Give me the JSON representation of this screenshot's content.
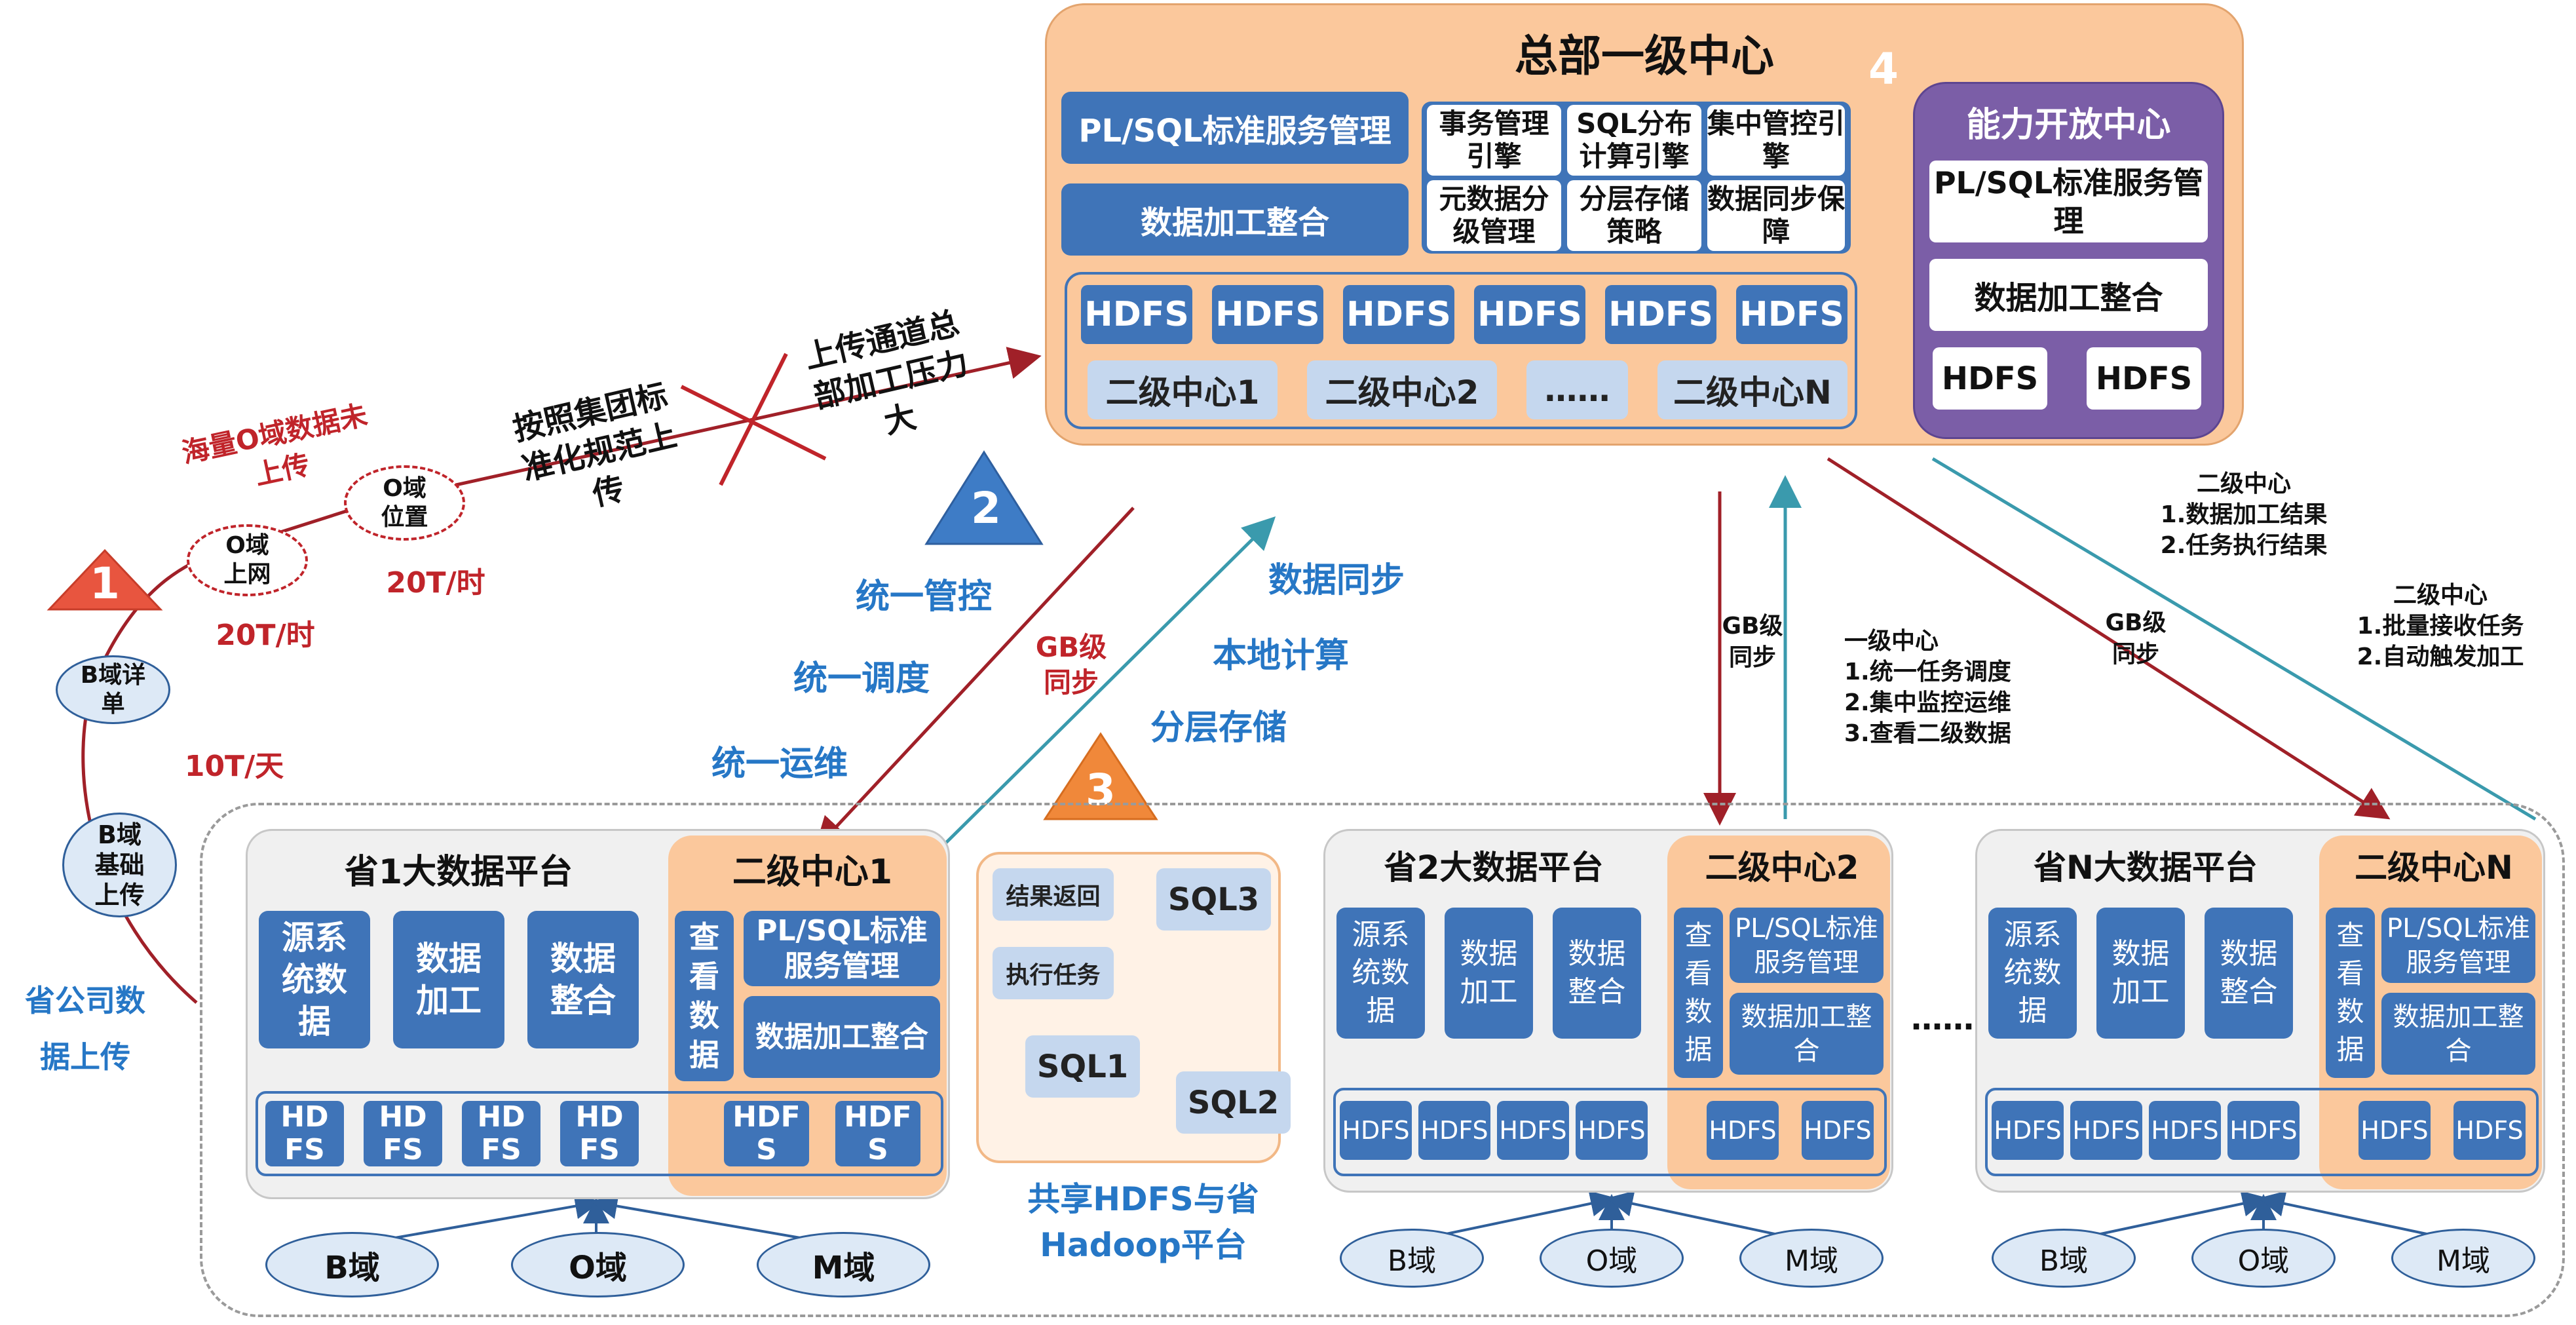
{
  "hq": {
    "title": "总部一级中心",
    "pl_sql": "PL/SQL标准服务管理",
    "data_proc": "数据加工整合",
    "engines": [
      "事务管理引擎",
      "SQL分布计算引擎",
      "集中管控引擎",
      "元数据分级管理",
      "分层存储策略",
      "数据同步保障"
    ],
    "hdfs": [
      "HDFS",
      "HDFS",
      "HDFS",
      "HDFS",
      "HDFS",
      "HDFS"
    ],
    "sub_centers": [
      "二级中心1",
      "二级中心2",
      "……",
      "二级中心N"
    ],
    "badge4": "4"
  },
  "capability": {
    "title": "能力开放中心",
    "pl_sql": "PL/SQL标准服务管理",
    "data_proc": "数据加工整合",
    "hdfs": [
      "HDFS",
      "HDFS"
    ]
  },
  "left_flow": {
    "badge1": "1",
    "b_detail": "B域详单",
    "b_base": "B域基础上传",
    "o_net": "O域上网",
    "o_loc": "O域位置",
    "rate_10t": "10T/天",
    "rate_20t_a": "20T/时",
    "rate_20t_b": "20T/时",
    "massive_o": "海量O域数据未上传",
    "standard": "按照集团标准化规范上传",
    "pressure": "上传通道总部加工压力大",
    "province_upload": "省公司数据上传"
  },
  "middle_labels": {
    "badge2": "2",
    "unified_control": "统一管控",
    "unified_schedule": "统一调度",
    "unified_ops": "统一运维",
    "gb_sync": "GB级同步",
    "data_sync": "数据同步",
    "local_compute": "本地计算",
    "tiered_storage": "分层存储",
    "badge3": "3",
    "shared_hdfs": "共享HDFS与省Hadoop平台"
  },
  "right_labels": {
    "gb_sync_1": "GB级同步",
    "gb_sync_2": "GB级同步",
    "level1_notes": "一级中心\n1.统一任务调度\n2.集中监控运维\n3.查看二级数据",
    "level2_results": "二级中心\n1.数据加工结果\n2.任务执行结果",
    "level2_tasks": "二级中心\n1.批量接收任务\n2.自动触发加工"
  },
  "sql_flow": {
    "result_return": "结果返回",
    "exec_task": "执行任务",
    "sql1": "SQL1",
    "sql2": "SQL2",
    "sql3": "SQL3"
  },
  "provinces": [
    {
      "title": "省1大数据平台",
      "center": "二级中心1",
      "src": "源系统数据",
      "proc": "数据加工",
      "integ": "数据整合",
      "view": "查看数据",
      "pl_sql": "PL/SQL标准服务管理",
      "data_proc": "数据加工整合",
      "hdfs": [
        "HDFS",
        "HDFS",
        "HDFS",
        "HDFS",
        "HDFS",
        "HDFS"
      ],
      "domains": [
        "B域",
        "O域",
        "M域"
      ]
    },
    {
      "title": "省2大数据平台",
      "center": "二级中心2",
      "src": "源系统数据",
      "proc": "数据加工",
      "integ": "数据整合",
      "view": "查看数据",
      "pl_sql": "PL/SQL标准服务管理",
      "data_proc": "数据加工整合",
      "hdfs": [
        "HDFS",
        "HDFS",
        "HDFS",
        "HDFS",
        "HDFS",
        "HDFS"
      ],
      "domains": [
        "B域",
        "O域",
        "M域"
      ]
    },
    {
      "title": "省N大数据平台",
      "center": "二级中心N",
      "src": "源系统数据",
      "proc": "数据加工",
      "integ": "数据整合",
      "view": "查看数据",
      "pl_sql": "PL/SQL标准服务管理",
      "data_proc": "数据加工整合",
      "hdfs": [
        "HDFS",
        "HDFS",
        "HDFS",
        "HDFS",
        "HDFS",
        "HDFS"
      ],
      "domains": [
        "B域",
        "O域",
        "M域"
      ]
    }
  ],
  "ellipsis_between": "……",
  "colors": {
    "hq_bg": "#fbc89c",
    "capability_bg": "#7b5ea7",
    "box_blue": "#3f74b8",
    "badge_red": "#e8553f",
    "badge_blue": "#3e7cc6",
    "badge_orange": "#f0883a",
    "badge_purple": "#8a72c0",
    "arrow_red": "#a02028",
    "arrow_teal": "#3a9aad"
  }
}
